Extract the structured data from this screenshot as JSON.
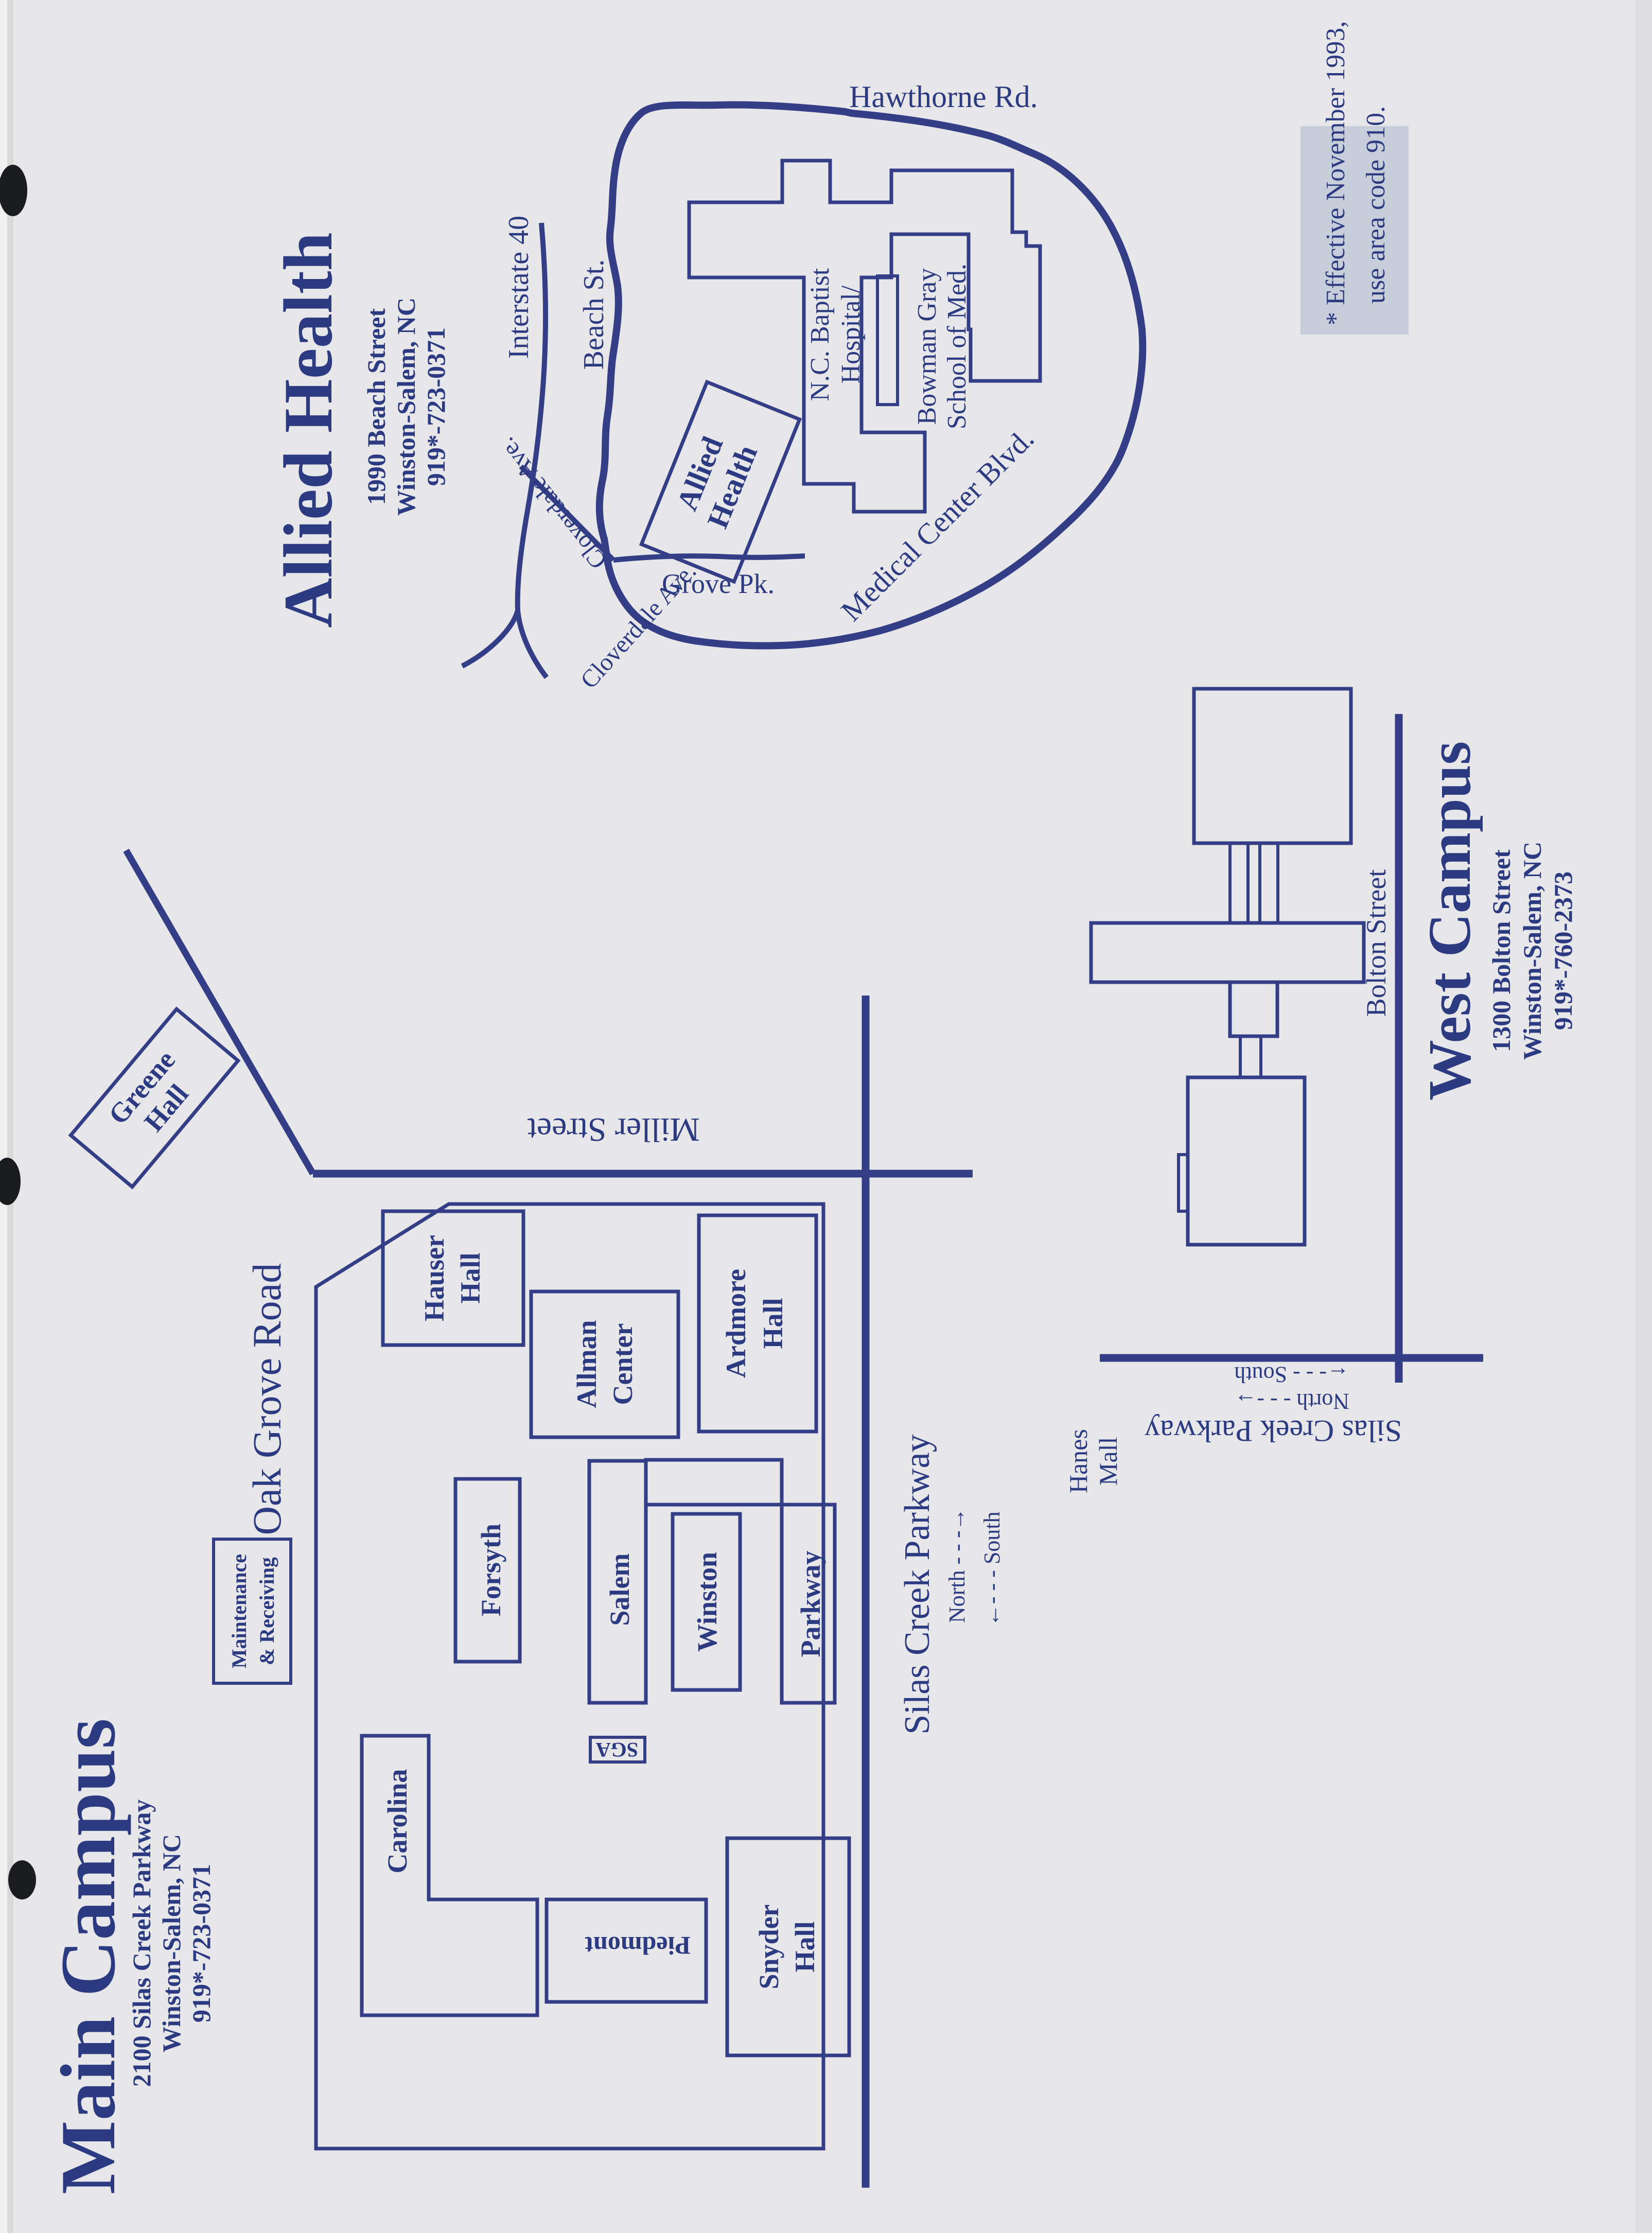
{
  "colors": {
    "ink": "#333e87",
    "text": "#2c3a82",
    "paper": "#e7e6e9",
    "note_bg": "#c7cdd9",
    "hole_punch": "#1b1c1f"
  },
  "main_campus": {
    "title": "Main Campus",
    "address": [
      "2100 Silas Creek Parkway",
      "Winston-Salem, NC",
      "919*-723-0371"
    ],
    "roads": {
      "oak_grove": "Oak Grove Road",
      "miller": "Miller Street",
      "silas": "Silas Creek Parkway",
      "north_arrow": "North - - -→",
      "south_arrow": "←- - - South"
    },
    "buildings": {
      "greene_l1": "Greene",
      "greene_l2": "Hall",
      "maint_l1": "Maintenance",
      "maint_l2": "& Receiving",
      "hauser_l1": "Hauser",
      "hauser_l2": "Hall",
      "allman_l1": "Allman",
      "allman_l2": "Center",
      "ardmore_l1": "Ardmore",
      "ardmore_l2": "Hall",
      "forsyth": "Forsyth",
      "salem": "Salem",
      "winston": "Winston",
      "parkway": "Parkway",
      "carolina": "Carolina",
      "piedmont": "Piedmont",
      "sga": "SGA",
      "snyder_l1": "Snyder",
      "snyder_l2": "Hall"
    }
  },
  "west_campus": {
    "title": "West Campus",
    "address": [
      "1300 Bolton Street",
      "Winston-Salem, NC",
      "919*-760-2373"
    ],
    "roads": {
      "bolton": "Bolton Street",
      "silas": "Silas Creek Parkway",
      "north_arrow": "North - - -→",
      "south_arrow": "←- - - South"
    },
    "labels": {
      "hanes_l1": "Hanes",
      "hanes_l2": "Mall"
    }
  },
  "allied_health": {
    "title": "Allied Health",
    "address": [
      "1990 Beach Street",
      "Winston-Salem, NC",
      "919*-723-0371"
    ],
    "roads": {
      "interstate": "Interstate 40",
      "beach": "Beach St.",
      "hawthorne": "Hawthorne Rd.",
      "cloverdale_a": "Cloverdale Ave.",
      "cloverdale_b": "Cloverdale Ave.",
      "grove": "Grove Pk.",
      "medical": "Medical Center Blvd."
    },
    "labels": {
      "box_l1": "Allied",
      "box_l2": "Health",
      "hosp_l1": "N.C. Baptist",
      "hosp_l2": "Hospital/",
      "bowman_l1": "Bowman Gray",
      "bowman_l2": "School of Med."
    }
  },
  "note": {
    "line1": "* Effective November 1993,",
    "line2": "use area code 910."
  }
}
